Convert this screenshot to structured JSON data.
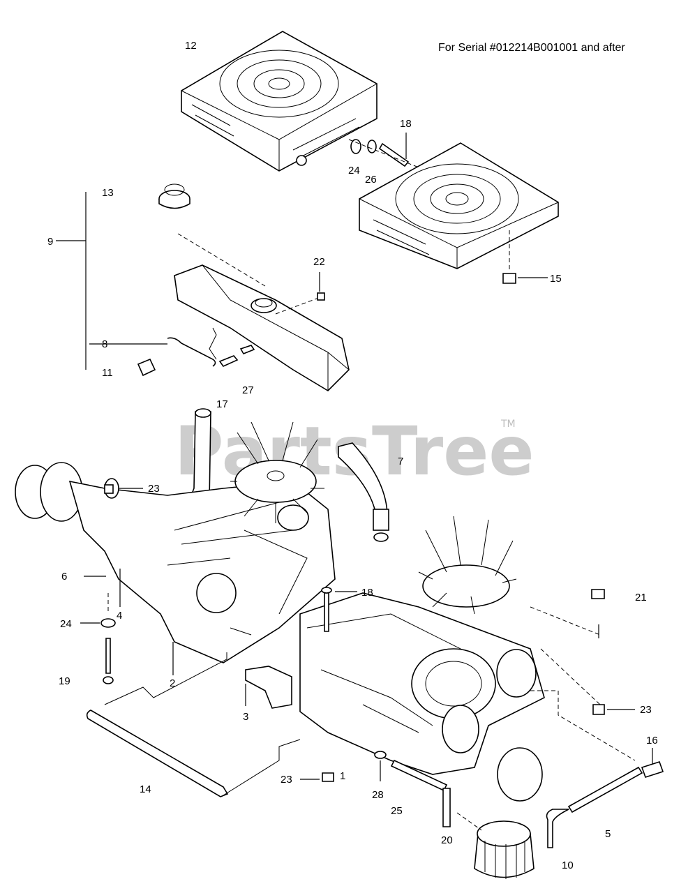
{
  "serial_note": "For Serial #012214B001001 and after",
  "watermark": {
    "text": "PartsTree",
    "tm": "TM"
  },
  "callouts": [
    "12",
    "18",
    "24",
    "26",
    "13",
    "9",
    "22",
    "15",
    "8",
    "11",
    "27",
    "17",
    "7",
    "23",
    "6",
    "4",
    "24",
    "19",
    "2",
    "18",
    "21",
    "3",
    "23",
    "14",
    "23",
    "1",
    "28",
    "25",
    "20",
    "16",
    "5",
    "10"
  ]
}
